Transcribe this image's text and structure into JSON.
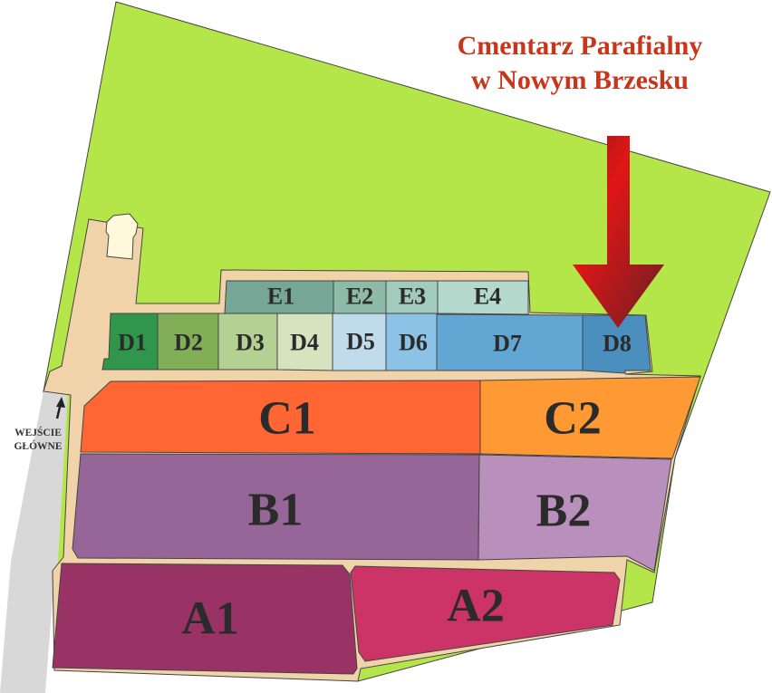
{
  "title": {
    "line1": "Cmentarz Parafialny",
    "line2": "w Nowym Brzesku"
  },
  "entrance": {
    "line1": "WEJŚCIE",
    "line2": "GŁÓWNE"
  },
  "colors": {
    "grass": "#b5e649",
    "path": "#f0d3a8",
    "road": "#d8d8d8",
    "title": "#c8351a",
    "arrow": "#a31d1d"
  },
  "sections": {
    "E1": {
      "label": "E1",
      "color": "#76a695"
    },
    "E2": {
      "label": "E2",
      "color": "#8dbaa9"
    },
    "E3": {
      "label": "E3",
      "color": "#a3cbbd"
    },
    "E4": {
      "label": "E4",
      "color": "#b5d9cd"
    },
    "D1": {
      "label": "D1",
      "color": "#2f964b"
    },
    "D2": {
      "label": "D2",
      "color": "#82ae58"
    },
    "D3": {
      "label": "D3",
      "color": "#b4d193"
    },
    "D4": {
      "label": "D4",
      "color": "#d5e4bf"
    },
    "D5": {
      "label": "D5",
      "color": "#c0dcec"
    },
    "D6": {
      "label": "D6",
      "color": "#8bc2e6"
    },
    "D7": {
      "label": "D7",
      "color": "#62a6d3"
    },
    "D8": {
      "label": "D8",
      "color": "#4a8fbd"
    },
    "C1": {
      "label": "C1",
      "color": "#ff6633"
    },
    "C2": {
      "label": "C2",
      "color": "#ff9933"
    },
    "B1": {
      "label": "B1",
      "color": "#966699"
    },
    "B2": {
      "label": "B2",
      "color": "#b98fbb"
    },
    "A1": {
      "label": "A1",
      "color": "#993366"
    },
    "A2": {
      "label": "A2",
      "color": "#cc3366"
    }
  }
}
